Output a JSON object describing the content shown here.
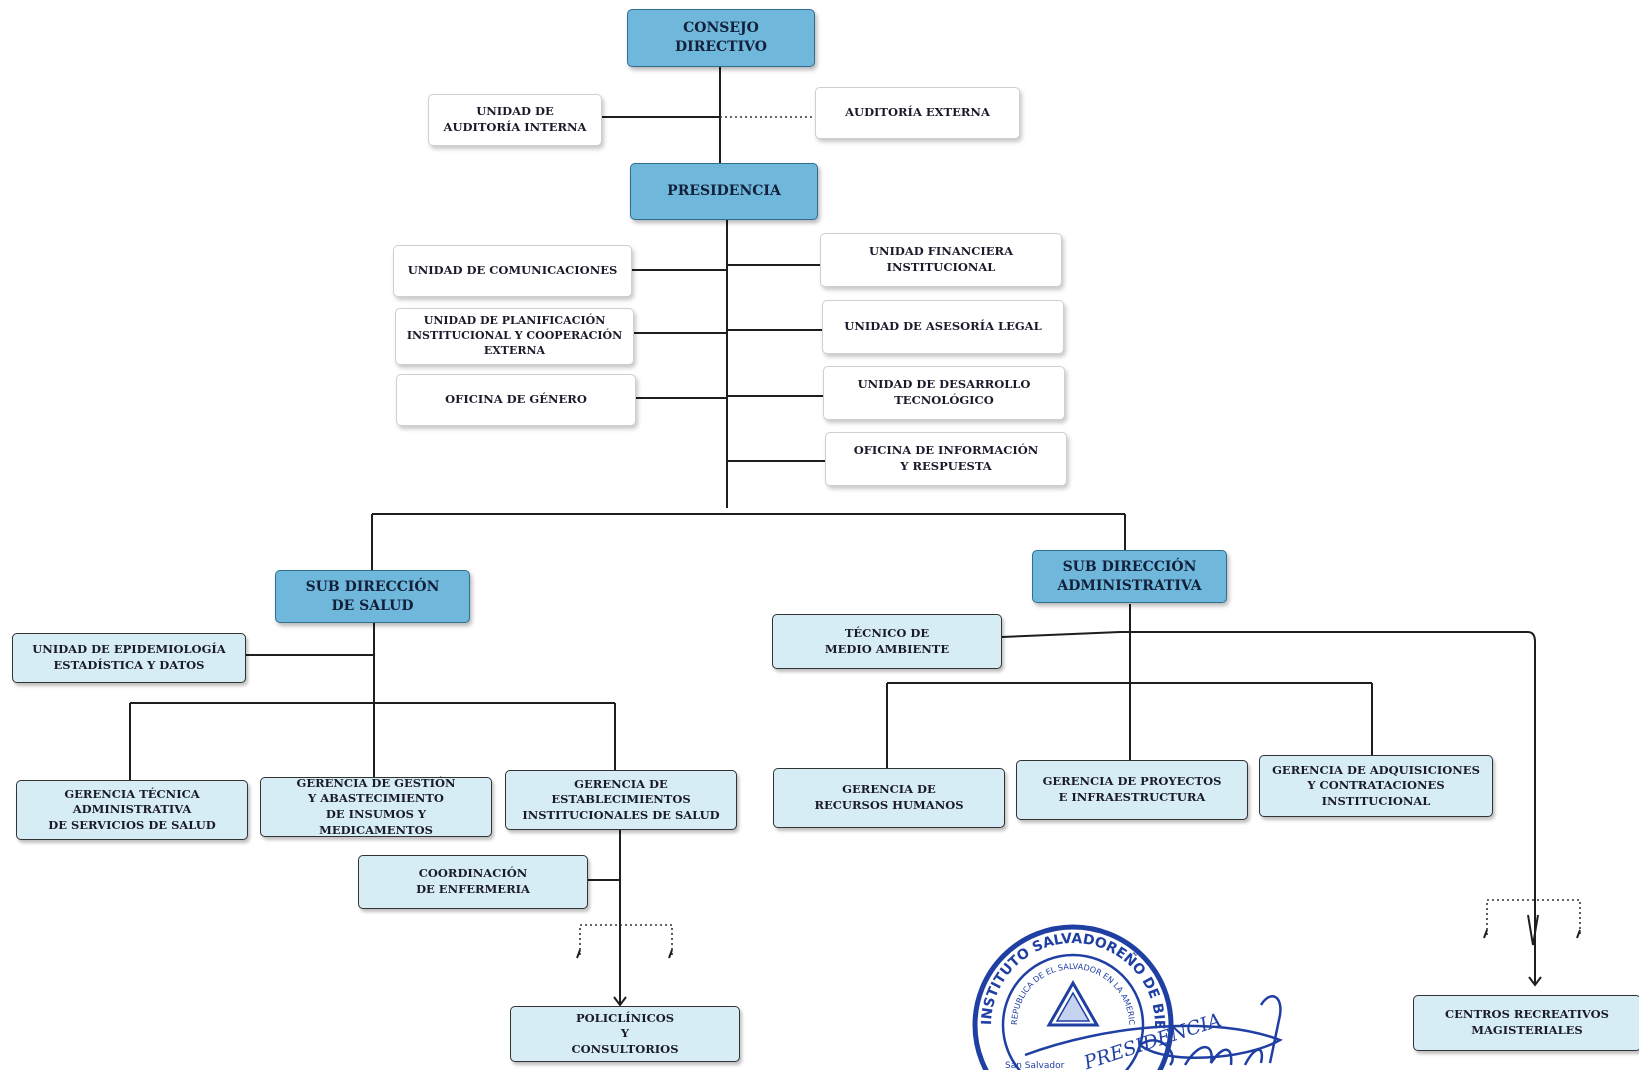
{
  "top": {
    "consejo": "CONSEJO\nDIRECTIVO",
    "auditoria_interna": "UNIDAD DE\nAUDITORÍA INTERNA",
    "auditoria_externa": "AUDITORÍA EXTERNA",
    "presidencia": "PRESIDENCIA"
  },
  "staff_left": [
    "UNIDAD DE COMUNICACIONES",
    "UNIDAD DE PLANIFICACIÓN\nINSTITUCIONAL Y COOPERACIÓN\nEXTERNA",
    "OFICINA DE GÉNERO"
  ],
  "staff_right": [
    "UNIDAD FINANCIERA\nINSTITUCIONAL",
    "UNIDAD DE ASESORÍA LEGAL",
    "UNIDAD DE DESARROLLO\nTECNOLÓGICO",
    "OFICINA DE INFORMACIÓN\nY RESPUESTA"
  ],
  "salud": {
    "title": "SUB DIRECCIÓN\nDE SALUD",
    "epidemiologia": "UNIDAD DE EPIDEMIOLOGÍA\nESTADÍSTICA Y DATOS",
    "gerencia_tecnica": "GERENCIA TÉCNICA\nADMINISTRATIVA\nDE SERVICIOS DE SALUD",
    "gerencia_gestion": "GERENCIA DE GESTIÓN\nY ABASTECIMIENTO\nDE INSUMOS Y MEDICAMENTOS",
    "gerencia_establecimientos": "GERENCIA DE\nESTABLECIMIENTOS\nINSTITUCIONALES DE SALUD",
    "coordinacion": "COORDINACIÓN\nDE ENFERMERIA",
    "policlinicos": "POLICLÍNICOS\nY\nCONSULTORIOS"
  },
  "administrativa": {
    "title": "SUB DIRECCIÓN\nADMINISTRATIVA",
    "tecnico": "TÉCNICO DE\nMEDIO AMBIENTE",
    "rrhh": "GERENCIA DE\nRECURSOS HUMANOS",
    "proyectos": "GERENCIA DE PROYECTOS\nE INFRAESTRUCTURA",
    "adquisiciones": "GERENCIA DE ADQUISICIONES\nY CONTRATACIONES\nINSTITUCIONAL",
    "centros": "CENTROS RECREATIVOS\nMAGISTERIALES"
  },
  "seal": {
    "outer_text": "INSTITUTO SALVADOREÑO DE BIENESTAR MAGISTERIAL",
    "inner_text": "REPUBLICA DE EL SALVADOR EN LA AMERICA",
    "center_text": "PRESIDENCIA",
    "bottom_text": "San Salvador"
  },
  "colors": {
    "primary_box": "#6fb8dc",
    "secondary_box": "#d7edf6",
    "line": "#1e1e1e",
    "seal_ink": "#1f3fa3"
  }
}
